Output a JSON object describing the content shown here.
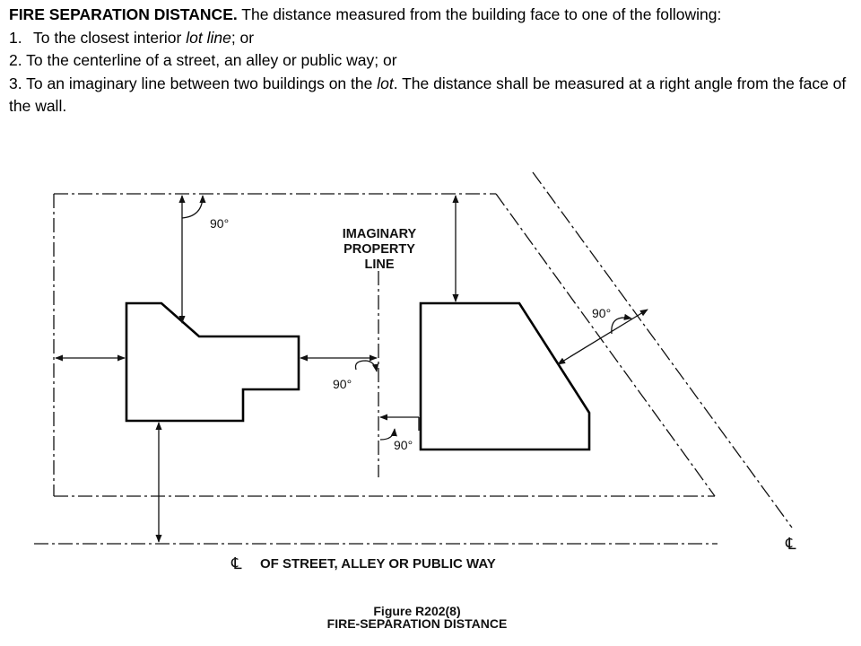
{
  "definition": {
    "term": "FIRE SEPARATION DISTANCE.",
    "intro": " The distance measured from the building face to one of the following:",
    "item1": {
      "number": "1.",
      "text_a": "To the closest interior ",
      "text_italic": "lot line",
      "text_b": "; or"
    },
    "item2": {
      "text": "2. To the centerline of a street, an alley or public way; or"
    },
    "item3": {
      "text_a": "3. To an imaginary line between two buildings on the ",
      "text_italic": "lot",
      "text_b": ". The distance shall be measured at a right angle from the face of the wall."
    }
  },
  "figure": {
    "angle_label": "90°",
    "imaginary_line_label": [
      "IMAGINARY",
      "PROPERTY",
      "LINE"
    ],
    "centerline_symbol": "℄",
    "street_label": "OF STREET, ALLEY OR PUBLIC WAY",
    "caption_number": "Figure R202(8)",
    "caption_title": "FIRE-SEPARATION DISTANCE"
  }
}
